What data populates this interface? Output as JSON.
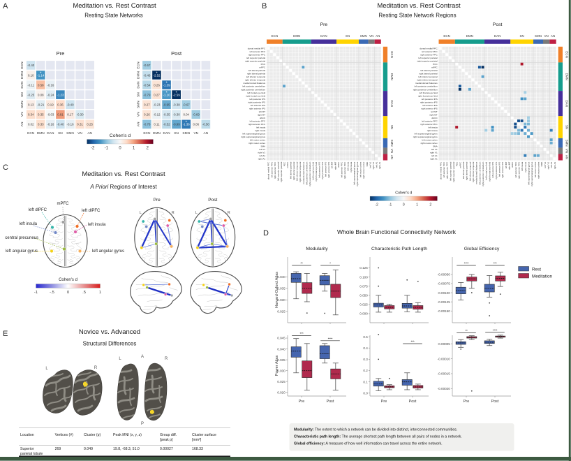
{
  "border_color": "#3d5a41",
  "panelA": {
    "label": "A",
    "title": "Meditation vs. Rest Contrast",
    "subtitle": "Resting State Networks",
    "pre_title": "Pre",
    "post_title": "Post",
    "networks": [
      "ECN",
      "DMN",
      "DAN",
      "SN",
      "SMN",
      "VN",
      "AN"
    ],
    "colorbar": {
      "label": "Cohen's d",
      "ticks": [
        "-2",
        "-1",
        "0",
        "1",
        "2"
      ],
      "tick_values": [
        -2,
        -1,
        0,
        1,
        2
      ]
    },
    "chart_data": {
      "type": "heatmap",
      "description": "Lower-triangular Cohen's d matrices of network-level meditation vs rest contrasts",
      "pre_values": [
        [
          -0.4
        ],
        [
          0.1,
          -1.14
        ],
        [
          -0.11,
          0.58,
          -0.16
        ],
        [
          -0.25,
          0.08,
          -0.24,
          -1.23
        ],
        [
          0.13,
          -0.21,
          0.19,
          0.36,
          -0.4
        ],
        [
          0.34,
          0.35,
          -0.03,
          0.81,
          0.17,
          -0.3
        ],
        [
          0.02,
          0.33,
          -0.16,
          -0.4,
          -0.16,
          0.31,
          0.25
        ]
      ],
      "pre_stars": [
        [
          1,
          1
        ]
      ],
      "post_values": [
        [
          -0.67
        ],
        [
          -0.46,
          -2.52
        ],
        [
          -0.54,
          0.26,
          -1.39
        ],
        [
          -0.79,
          0.27,
          -1.1,
          -2.59
        ],
        [
          0.27,
          -0.23,
          -0.95,
          -0.38,
          -0.67
        ],
        [
          0.26,
          -0.12,
          -0.35,
          -0.3,
          0.04,
          -0.69
        ],
        [
          -0.78,
          0.11,
          -0.52,
          -0.99,
          -1.36,
          0.06,
          -0.5
        ]
      ],
      "post_stars": [
        [
          1,
          1
        ],
        [
          2,
          2
        ],
        [
          3,
          2
        ],
        [
          3,
          3
        ],
        [
          6,
          4
        ]
      ]
    }
  },
  "panelB": {
    "label": "B",
    "title": "Meditation vs. Rest Contrast",
    "subtitle": "Resting State Network Regions",
    "pre_title": "Pre",
    "post_title": "Post",
    "networks": [
      {
        "name": "ECN",
        "count": 5,
        "color": "#f08029"
      },
      {
        "name": "DMN",
        "count": 9,
        "color": "#169d8d"
      },
      {
        "name": "DAN",
        "count": 8,
        "color": "#46309b"
      },
      {
        "name": "SN",
        "count": 7,
        "color": "#ffd400"
      },
      {
        "name": "SMN",
        "count": 3,
        "color": "#3b6ab5"
      },
      {
        "name": "VN",
        "count": 2,
        "color": "#7a7a7a"
      },
      {
        "name": "AN",
        "count": 2,
        "color": "#bf2044"
      }
    ],
    "regions": [
      "dorsal medial PFC",
      "left anterior PFC",
      "right anterior PFC",
      "left superior parietal",
      "right superior parietal",
      "PCC",
      "mPFC",
      "left lateral parietal",
      "right lateral parietal",
      "left inferior temporal",
      "right inferior temporal",
      "medial dorsal thalamus",
      "left posterior cerebellum",
      "right posterior cerebellum",
      "left frontal eye field",
      "right frontal eye field",
      "left posterior IPS",
      "right posterior IPS",
      "left anterior IPS",
      "right anterior IPS",
      "left MT",
      "right MT",
      "dACC",
      "left anterior PFC",
      "right anterior PFC",
      "left insula",
      "right insula",
      "left supramarginal gyrus",
      "right supramarginal gyrus",
      "left motor cortex",
      "right motor cortex",
      "SMA",
      "left V1",
      "right V1",
      "left A1",
      "right A1"
    ],
    "colorbar": {
      "label": "Cohen's d",
      "ticks": [
        "-2",
        "-1",
        "0",
        "1",
        "2"
      ],
      "tick_values": [
        -2,
        -1,
        0,
        1,
        2
      ]
    },
    "chart_data": {
      "type": "heatmap",
      "description": "36x36 region-by-region Cohen's d matrices; only significant cells are coloured, r/c are 1-based indices into regions",
      "pre_cells": [
        {
          "r": 7,
          "c": 12,
          "v": -1.4
        },
        {
          "r": 13,
          "c": 6,
          "v": -1.4
        }
      ],
      "pre_mirrored": false,
      "post_cells": [
        {
          "r": 6,
          "c": 26,
          "v": 2.1
        },
        {
          "r": 7,
          "c": 13,
          "v": -2.2
        },
        {
          "r": 7,
          "c": 14,
          "v": -2.6
        },
        {
          "r": 10,
          "c": 14,
          "v": -1.4
        },
        {
          "r": 15,
          "c": 27,
          "v": -0.9
        },
        {
          "r": 17,
          "c": 26,
          "v": -1.6
        },
        {
          "r": 17,
          "c": 27,
          "v": -1.4
        },
        {
          "r": 23,
          "c": 28,
          "v": -0.9
        },
        {
          "r": 24,
          "c": 25,
          "v": -2.3
        },
        {
          "r": 24,
          "c": 26,
          "v": -2.3
        },
        {
          "r": 24,
          "c": 28,
          "v": -1.0
        },
        {
          "r": 25,
          "c": 27,
          "v": -1.2
        },
        {
          "r": 25,
          "c": 28,
          "v": -1.2
        },
        {
          "r": 26,
          "c": 27,
          "v": -1.9
        },
        {
          "r": 27,
          "c": 28,
          "v": -1.3
        },
        {
          "r": 28,
          "c": 29,
          "v": -1.5
        },
        {
          "r": 27,
          "c": 35,
          "v": -1.8
        },
        {
          "r": 30,
          "c": 35,
          "v": -1.4
        },
        {
          "r": 31,
          "c": 35,
          "v": -1.3
        }
      ],
      "post_mirrored": true
    }
  },
  "panelC": {
    "label": "C",
    "title": "Meditation vs. Rest Contrast",
    "subtitle_italic": "A Priori",
    "subtitle_rest": " Regions of Interest",
    "pre_title": "Pre",
    "post_title": "Post",
    "left_label": "L",
    "right_label": "R",
    "colorbar": {
      "label": "Cohen's d",
      "ticks": [
        "-1",
        "-.5",
        "0",
        ".5",
        "1"
      ]
    },
    "rois": [
      {
        "name": "mPFC",
        "color": "#a0a0a0",
        "side": "top"
      },
      {
        "name": "left dlPFC",
        "color": "#35b5aa",
        "side": "left"
      },
      {
        "name": "left insula",
        "color": "#7288c7",
        "side": "left"
      },
      {
        "name": "central precuneus",
        "color": "#9aba3c",
        "side": "left"
      },
      {
        "name": "left angular gyrus",
        "color": "#f3d117",
        "side": "left"
      },
      {
        "name": "left dlPFC",
        "color": "#f26d22",
        "side": "right"
      },
      {
        "name": "left insula",
        "color": "#df5fa8",
        "side": "right"
      },
      {
        "name": "left angular gyrus",
        "color": "#f7b05c",
        "side": "right"
      }
    ]
  },
  "panelD": {
    "label": "D",
    "title": "Whole Brain Functional Connectivity Network",
    "col_titles": [
      "Modularity",
      "Characteristic Path Length",
      "Global Efficiency"
    ],
    "row_titles": [
      "Harvard-Oxford Atlas",
      "Power Atlas"
    ],
    "x_labels": [
      "Pre",
      "Post"
    ],
    "legend": [
      {
        "label": "Rest",
        "color": "#4565ae"
      },
      {
        "label": "Meditation",
        "color": "#b02a4d"
      }
    ],
    "chart_data": [
      {
        "type": "boxplot",
        "row": 0,
        "col": 0,
        "title": "Modularity",
        "atlas": "Harvard-Oxford Atlas",
        "ticks": [
          0.025,
          0.03,
          0.035,
          0.04
        ],
        "tick_labels": [
          "0.025",
          "0.030",
          "0.035",
          "0.040"
        ],
        "ylim": [
          0.0201,
          0.0486
        ],
        "boxes": [
          {
            "group": "Pre",
            "series": "Rest",
            "lo": 0.0305,
            "q1": 0.0376,
            "med": 0.0392,
            "q3": 0.0415,
            "hi": 0.0422,
            "out": []
          },
          {
            "group": "Pre",
            "series": "Meditation",
            "lo": 0.0292,
            "q1": 0.0328,
            "med": 0.035,
            "q3": 0.0375,
            "hi": 0.0415,
            "out": [
              0.0243
            ]
          },
          {
            "group": "Post",
            "series": "Rest",
            "lo": 0.0338,
            "q1": 0.0365,
            "med": 0.0385,
            "q3": 0.0405,
            "hi": 0.0415,
            "out": [
              0.0242
            ]
          },
          {
            "group": "Post",
            "series": "Meditation",
            "lo": 0.0235,
            "q1": 0.031,
            "med": 0.0338,
            "q3": 0.0368,
            "hi": 0.043,
            "out": []
          }
        ],
        "sig": [
          {
            "group": 0,
            "stars": "**"
          },
          {
            "group": 1,
            "stars": "*"
          }
        ]
      },
      {
        "type": "boxplot",
        "row": 0,
        "col": 1,
        "title": "Characteristic Path Length",
        "atlas": "Harvard-Oxford Atlas",
        "ticks": [
          0.0,
          0.025,
          0.05,
          0.075,
          0.1,
          0.125
        ],
        "tick_labels": [
          "0.000",
          "0.025",
          "0.050",
          "0.075",
          "0.100",
          "0.125"
        ],
        "ylim": [
          -0.0248,
          0.1546
        ],
        "boxes": [
          {
            "group": "Pre",
            "series": "Rest",
            "lo": 0.004,
            "q1": 0.018,
            "med": 0.0235,
            "q3": 0.0285,
            "hi": 0.05,
            "out": [
              0.075,
              0.125
            ]
          },
          {
            "group": "Pre",
            "series": "Meditation",
            "lo": 0.004,
            "q1": 0.013,
            "med": 0.017,
            "q3": 0.022,
            "hi": 0.026,
            "out": []
          },
          {
            "group": "Post",
            "series": "Rest",
            "lo": 0.005,
            "q1": 0.015,
            "med": 0.021,
            "q3": 0.028,
            "hi": 0.05,
            "out": [
              0.092
            ]
          },
          {
            "group": "Post",
            "series": "Meditation",
            "lo": 0.004,
            "q1": 0.012,
            "med": 0.017,
            "q3": 0.022,
            "hi": 0.03,
            "out": [
              0.088
            ]
          }
        ],
        "sig": []
      },
      {
        "type": "boxplot",
        "row": 0,
        "col": 2,
        "title": "Global Efficiency",
        "atlas": "Harvard-Oxford Atlas",
        "ticks": [
          -0.0015,
          -0.00125,
          -0.001,
          -0.00075,
          -0.0005
        ],
        "tick_labels": [
          "-0.00150",
          "-0.00125",
          "-0.00100",
          "-0.00075",
          "-0.00050"
        ],
        "ylim": [
          -0.00182,
          -2.5e-05
        ],
        "boxes": [
          {
            "group": "Pre",
            "series": "Rest",
            "lo": -0.0012,
            "q1": -0.00103,
            "med": -0.00094,
            "q3": -0.00085,
            "hi": -0.00072,
            "out": []
          },
          {
            "group": "Pre",
            "series": "Meditation",
            "lo": -0.00088,
            "q1": -0.00068,
            "med": -0.00062,
            "q3": -0.00057,
            "hi": -0.0005,
            "out": [
              -0.001
            ]
          },
          {
            "group": "Post",
            "series": "Rest",
            "lo": -0.00112,
            "q1": -0.00098,
            "med": -0.00088,
            "q3": -0.00077,
            "hi": -0.00053,
            "out": [
              -0.00128,
              -0.00163
            ]
          },
          {
            "group": "Post",
            "series": "Meditation",
            "lo": -0.00083,
            "q1": -0.00068,
            "med": -0.00061,
            "q3": -0.00054,
            "hi": -0.00044,
            "out": [
              -0.00104
            ]
          }
        ],
        "sig": [
          {
            "group": 0,
            "stars": "****"
          },
          {
            "group": 1,
            "stars": "***"
          }
        ]
      },
      {
        "type": "boxplot",
        "row": 1,
        "col": 0,
        "title": "Modularity",
        "atlas": "Power Atlas",
        "ticks": [
          0.02,
          0.025,
          0.03,
          0.035,
          0.04,
          0.045
        ],
        "tick_labels": [
          "0.020",
          "0.025",
          "0.030",
          "0.035",
          "0.040",
          "0.045"
        ],
        "ylim": [
          0.0183,
          0.0463
        ],
        "boxes": [
          {
            "group": "Pre",
            "series": "Rest",
            "lo": 0.029,
            "q1": 0.0362,
            "med": 0.039,
            "q3": 0.041,
            "hi": 0.0448,
            "out": []
          },
          {
            "group": "Pre",
            "series": "Meditation",
            "lo": 0.021,
            "q1": 0.0268,
            "med": 0.03,
            "q3": 0.0345,
            "hi": 0.0425,
            "out": []
          },
          {
            "group": "Post",
            "series": "Rest",
            "lo": 0.0335,
            "q1": 0.0355,
            "med": 0.0378,
            "q3": 0.0415,
            "hi": 0.0425,
            "out": []
          },
          {
            "group": "Post",
            "series": "Meditation",
            "lo": 0.021,
            "q1": 0.0262,
            "med": 0.0285,
            "q3": 0.0308,
            "hi": 0.0335,
            "out": []
          }
        ],
        "sig": [
          {
            "group": 0,
            "stars": "***"
          },
          {
            "group": 1,
            "stars": "****"
          }
        ]
      },
      {
        "type": "boxplot",
        "row": 1,
        "col": 1,
        "title": "Characteristic Path Length",
        "atlas": "Power Atlas",
        "ticks": [
          0.0,
          0.1,
          0.2,
          0.3,
          0.4,
          0.5
        ],
        "tick_labels": [
          "0.0",
          "0.1",
          "0.2",
          "0.3",
          "0.4",
          "0.5"
        ],
        "ylim": [
          -0.026,
          0.513
        ],
        "boxes": [
          {
            "group": "Pre",
            "series": "Rest",
            "lo": 0.02,
            "q1": 0.062,
            "med": 0.081,
            "q3": 0.105,
            "hi": 0.13,
            "out": [
              0.3,
              0.52
            ]
          },
          {
            "group": "Pre",
            "series": "Meditation",
            "lo": 0.03,
            "q1": 0.048,
            "med": 0.056,
            "q3": 0.065,
            "hi": 0.075,
            "out": [
              0.13
            ]
          },
          {
            "group": "Post",
            "series": "Rest",
            "lo": 0.03,
            "q1": 0.07,
            "med": 0.1,
            "q3": 0.12,
            "hi": 0.18,
            "out": []
          },
          {
            "group": "Post",
            "series": "Meditation",
            "lo": 0.03,
            "q1": 0.045,
            "med": 0.055,
            "q3": 0.068,
            "hi": 0.08,
            "out": []
          }
        ],
        "sig": [
          {
            "group": 1,
            "stars": "***"
          }
        ]
      },
      {
        "type": "boxplot",
        "row": 1,
        "col": 2,
        "title": "Global Efficiency",
        "atlas": "Power Atlas",
        "ticks": [
          -0.0002,
          -0.00015,
          -0.0001,
          -5e-05
        ],
        "tick_labels": [
          "-0.00020",
          "-0.00015",
          "-0.00010",
          "-0.00005"
        ],
        "ylim": [
          -0.000225,
          -2.15e-05
        ],
        "boxes": [
          {
            "group": "Pre",
            "series": "Rest",
            "lo": -6.2e-05,
            "q1": -5.2e-05,
            "med": -4.7e-05,
            "q3": -4.3e-05,
            "hi": -3.6e-05,
            "out": [
              -6.8e-05
            ]
          },
          {
            "group": "Pre",
            "series": "Meditation",
            "lo": -3.6e-05,
            "q1": -3.1e-05,
            "med": -2.9e-05,
            "q3": -2.6e-05,
            "hi": -2.3e-05,
            "out": [
              -0.000208
            ]
          },
          {
            "group": "Post",
            "series": "Rest",
            "lo": -5.6e-05,
            "q1": -4.9e-05,
            "med": -4.5e-05,
            "q3": -4e-05,
            "hi": -3.5e-05,
            "out": []
          },
          {
            "group": "Post",
            "series": "Meditation",
            "lo": -3.1e-05,
            "q1": -2.8e-05,
            "med": -2.6e-05,
            "q3": -2.4e-05,
            "hi": -2.1e-05,
            "out": []
          }
        ],
        "sig": [
          {
            "group": 0,
            "stars": "**"
          },
          {
            "group": 1,
            "stars": "****"
          }
        ]
      }
    ]
  },
  "panelE": {
    "label": "E",
    "title": "Novice vs. Advanced",
    "subtitle": "Structural Differences",
    "orientation_labels_back": [
      "L",
      "R"
    ],
    "orientation_labels_top": [
      "L",
      "A",
      "R",
      "P"
    ],
    "table": {
      "headers": [
        "Location",
        "Vertices (#)",
        "Cluster (p)",
        "Peak MNI (x, y, z)",
        "Group diff.\n[peak p]",
        "Cluster surface\n[mm²]"
      ],
      "rows": [
        [
          "Superior\nparietal lobule",
          "269",
          "0.049",
          "19.8, -68.3, 51.0",
          "0.00027",
          "168.33"
        ]
      ]
    }
  },
  "definitions": [
    {
      "term": "Modularity:",
      "text": " The extent to which a network can be divided into distinct, interconnected communities."
    },
    {
      "term": "Characteristic path length:",
      "text": " The average shortest path length between all pairs of nodes in a network."
    },
    {
      "term": "Global efficiency:",
      "text": " A measure of how well information can travel across the entire network."
    }
  ]
}
